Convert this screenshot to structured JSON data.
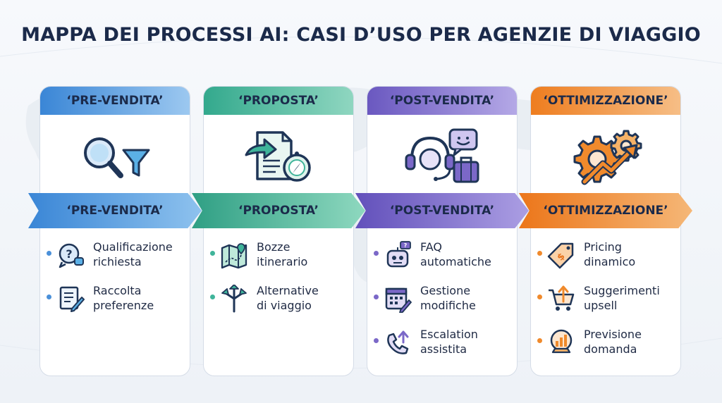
{
  "title": "MAPPA DEI PROCESSI AI: CASI D’USO PER AGENZIE DI VIAGGIO",
  "colors": {
    "blue": "#4a90d9",
    "teal": "#3fb49a",
    "purple": "#7b68c8",
    "orange": "#f08a2c"
  },
  "columns": [
    {
      "header": "‘PRE-VENDITA’",
      "ribbon": "‘PRE-VENDITA’",
      "icon": "magnifier-funnel-icon",
      "items": [
        {
          "icon": "question-bubble-icon",
          "line1": "Qualificazione",
          "line2": "richiesta"
        },
        {
          "icon": "document-pen-icon",
          "line1": "Raccolta",
          "line2": "preferenze"
        }
      ]
    },
    {
      "header": "‘PROPOSTA’",
      "ribbon": "‘PROPOSTA’",
      "icon": "document-compass-icon",
      "items": [
        {
          "icon": "map-pin-icon",
          "line1": "Bozze",
          "line2": "itinerario"
        },
        {
          "icon": "split-arrows-icon",
          "line1": "Alternative",
          "line2": "di viaggio"
        }
      ]
    },
    {
      "header": "‘POST-VENDITA’",
      "ribbon": "‘POST-VENDITA’",
      "icon": "headset-chat-suitcase-icon",
      "items": [
        {
          "icon": "robot-icon",
          "line1": "FAQ",
          "line2": "automatiche"
        },
        {
          "icon": "calendar-icon",
          "line1": "Gestione",
          "line2": "modifiche"
        },
        {
          "icon": "phone-arrow-icon",
          "line1": "Escalation",
          "line2": "assistita"
        }
      ]
    },
    {
      "header": "‘OTTIMIZZAZIONE’",
      "ribbon": "‘OTTIMIZZAZIONE’",
      "icon": "gears-growth-icon",
      "items": [
        {
          "icon": "price-tag-icon",
          "line1": "Pricing",
          "line2": "dinamico"
        },
        {
          "icon": "cart-icon",
          "line1": "Suggerimenti",
          "line2": "upsell"
        },
        {
          "icon": "crystal-ball-icon",
          "line1": "Previsione",
          "line2": "domanda"
        }
      ]
    }
  ]
}
